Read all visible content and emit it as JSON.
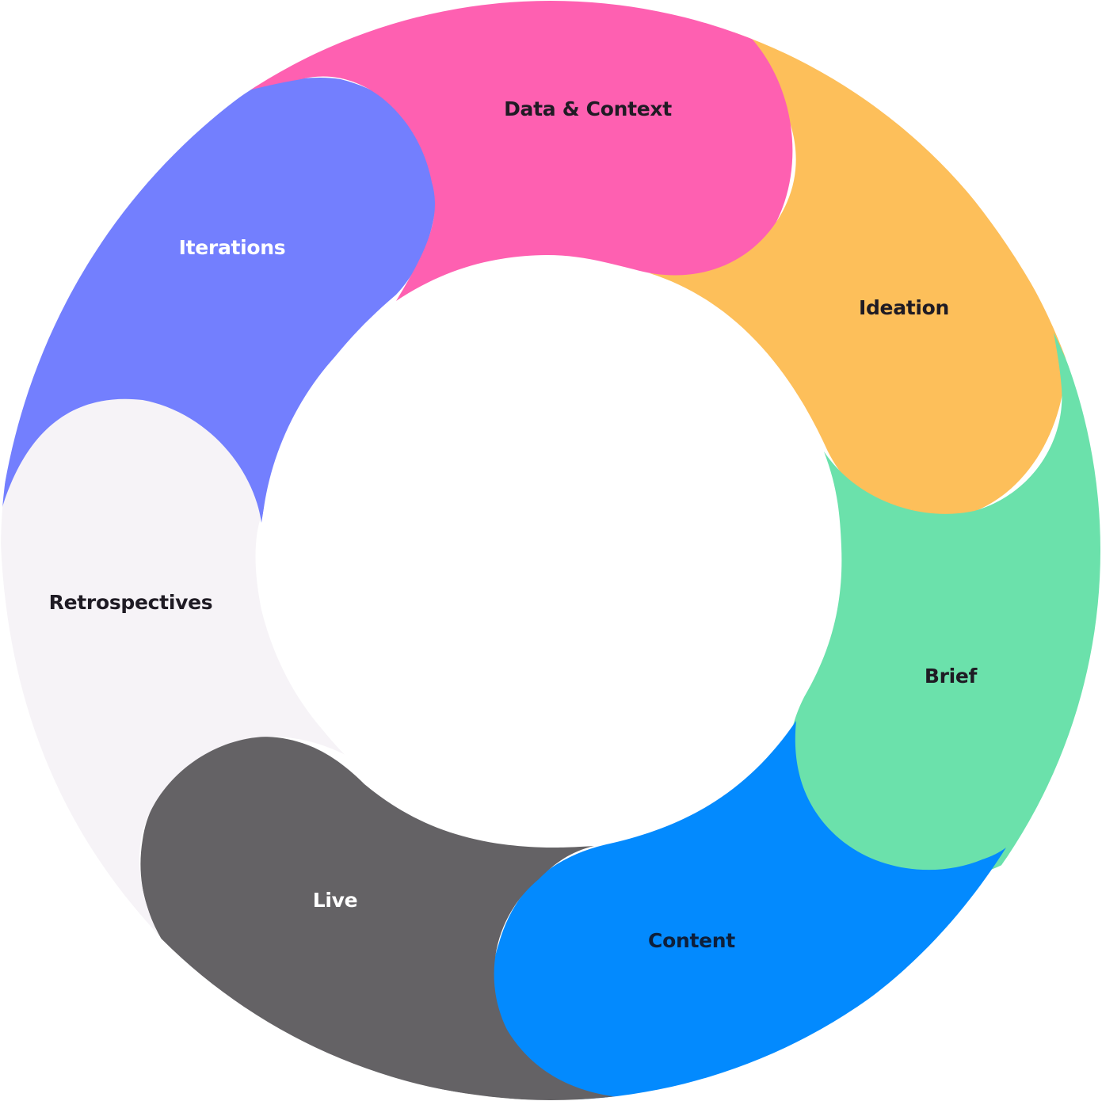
{
  "diagram": {
    "segments": [
      {
        "id": "data-context",
        "label": "Data & Context",
        "color": "#FE60B1",
        "text_color": "#1F1B24"
      },
      {
        "id": "ideation",
        "label": "Ideation",
        "color": "#FDBF5A",
        "text_color": "#1F1B24"
      },
      {
        "id": "brief",
        "label": "Brief",
        "color": "#6BE1AB",
        "text_color": "#1F1B24"
      },
      {
        "id": "content",
        "label": "Content",
        "color": "#038AFE",
        "text_color": "#0E1F3A"
      },
      {
        "id": "live",
        "label": "Live",
        "color": "#646265",
        "text_color": "#FFFFFF"
      },
      {
        "id": "retrospectives",
        "label": "Retrospectives",
        "color": "#F6F3F7",
        "text_color": "#1F1B24"
      },
      {
        "id": "iterations",
        "label": "Iterations",
        "color": "#737FFE",
        "text_color": "#FFFFFF"
      }
    ],
    "background": "#FFFFFF"
  }
}
